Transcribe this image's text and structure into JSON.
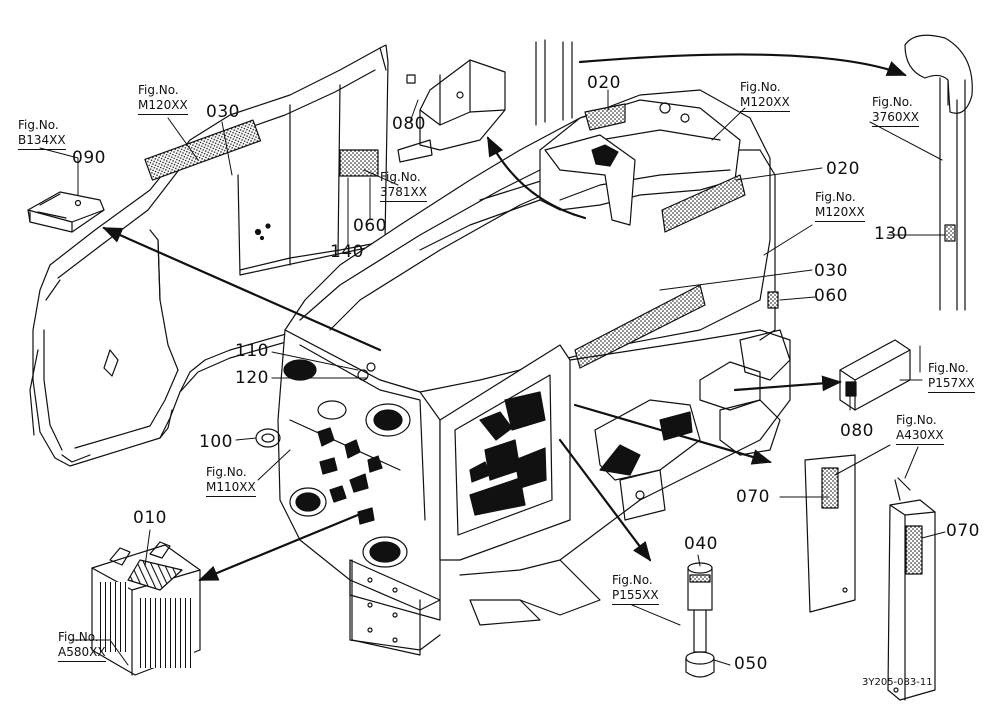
{
  "figure_code": "3Y205-083-11",
  "fig_label": "Fig.No.",
  "callouts": {
    "c010": "010",
    "c020a": "020",
    "c020b": "020",
    "c030a": "030",
    "c030b": "030",
    "c040": "040",
    "c050": "050",
    "c060a": "060",
    "c060b": "060",
    "c070a": "070",
    "c070b": "070",
    "c080a": "080",
    "c080b": "080",
    "c090": "090",
    "c100": "100",
    "c110": "110",
    "c120": "120",
    "c130": "130",
    "c140": "140"
  },
  "fig_refs": {
    "b134": "B134XX",
    "m120_cab": "M120XX",
    "m120_roof": "M120XX",
    "m120_side": "M120XX",
    "r3781": "3781XX",
    "r3760": "3760XX",
    "p157": "P157XX",
    "a430": "A430XX",
    "m110": "M110XX",
    "a580": "A580XX",
    "p155": "P155XX"
  }
}
